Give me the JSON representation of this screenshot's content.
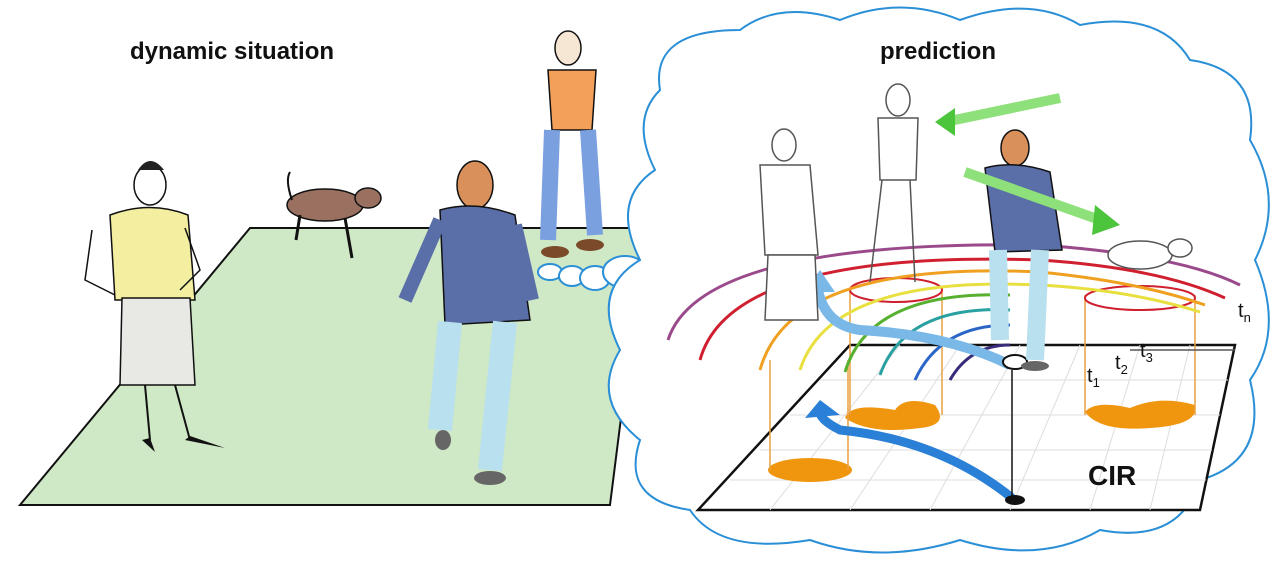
{
  "left_panel": {
    "title": "dynamic situation"
  },
  "right_panel": {
    "title": "prediction",
    "grid_label": "CIR"
  },
  "time_labels": [
    {
      "base": "t",
      "sub": "1"
    },
    {
      "base": "t",
      "sub": "2"
    },
    {
      "base": "t",
      "sub": "3"
    },
    {
      "base": "t",
      "sub": "n"
    }
  ],
  "colors": {
    "ground": "#cfe8c6",
    "cloud": "#2a8fd6",
    "path_arrow": "#2a7fd6",
    "prediction_arrow": "#4cc43c",
    "occupancy": "#f0960e",
    "rings": [
      "#3a2a7a",
      "#2a66c8",
      "#2aa0a0",
      "#58b030",
      "#e8e040",
      "#f0a020",
      "#d02030",
      "#9a4a8a"
    ]
  }
}
